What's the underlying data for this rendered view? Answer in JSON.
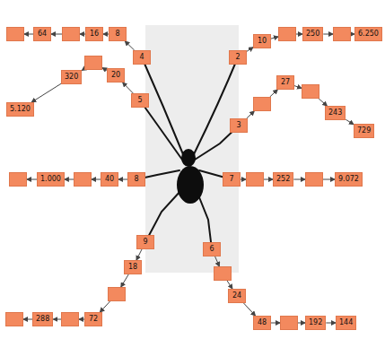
{
  "diagram": {
    "nodes": [
      {
        "text": [
          "4"
        ]
      },
      {
        "text": [
          "8"
        ]
      },
      {
        "text": [
          "16"
        ]
      },
      {
        "text": []
      },
      {
        "text": [
          "64"
        ]
      },
      {
        "text": []
      },
      {
        "text": [
          "2"
        ]
      },
      {
        "text": [
          "10"
        ]
      },
      {
        "text": []
      },
      {
        "text": [
          "250"
        ]
      },
      {
        "text": []
      },
      {
        "text": [
          "6.250"
        ]
      },
      {
        "text": [
          "5"
        ]
      },
      {
        "text": [
          "20"
        ]
      },
      {
        "text": []
      },
      {
        "text": [
          "320"
        ]
      },
      {
        "text": [
          "5.120"
        ]
      },
      {
        "text": [
          "3"
        ]
      },
      {
        "text": []
      },
      {
        "text": [
          "27"
        ]
      },
      {
        "text": []
      },
      {
        "text": [
          "243"
        ]
      },
      {
        "text": [
          "729"
        ]
      },
      {
        "text": [
          "8"
        ]
      },
      {
        "text": [
          "40"
        ]
      },
      {
        "text": []
      },
      {
        "text": [
          "1.000"
        ]
      },
      {
        "text": []
      },
      {
        "text": [
          "7"
        ]
      },
      {
        "text": []
      },
      {
        "text": [
          "252"
        ]
      },
      {
        "text": []
      },
      {
        "text": [
          "9.072"
        ]
      },
      {
        "text": [
          "9"
        ]
      },
      {
        "text": [
          "18"
        ]
      },
      {
        "text": []
      },
      {
        "text": [
          "72"
        ]
      },
      {
        "text": []
      },
      {
        "text": [
          "288"
        ]
      },
      {
        "text": []
      },
      {
        "text": [
          "6"
        ]
      },
      {
        "text": []
      },
      {
        "text": [
          "24"
        ]
      },
      {
        "text": [
          "48"
        ]
      },
      {
        "text": []
      },
      {
        "text": [
          "192"
        ]
      },
      {
        "text": [
          "144"
        ]
      }
    ],
    "edges": [
      {
        "from": 0,
        "to": 1,
        "arrow": "to"
      },
      {
        "from": 1,
        "to": 2,
        "arrow": "to"
      },
      {
        "from": 2,
        "to": 3,
        "arrow": "to"
      },
      {
        "from": 3,
        "to": 4,
        "arrow": "to"
      },
      {
        "from": 4,
        "to": 5,
        "arrow": "to"
      },
      {
        "from": 6,
        "to": 7,
        "arrow": "to"
      },
      {
        "from": 7,
        "to": 8,
        "arrow": "to"
      },
      {
        "from": 8,
        "to": 9,
        "arrow": "to"
      },
      {
        "from": 9,
        "to": 10,
        "arrow": "to"
      },
      {
        "from": 10,
        "to": 11,
        "arrow": "to"
      },
      {
        "from": 12,
        "to": 13,
        "arrow": "to"
      },
      {
        "from": 13,
        "to": 14,
        "arrow": "to"
      },
      {
        "from": 14,
        "to": 15,
        "arrow": "to"
      },
      {
        "from": 15,
        "to": 16,
        "arrow": "to"
      },
      {
        "from": 17,
        "to": 18,
        "arrow": "to"
      },
      {
        "from": 18,
        "to": 19,
        "arrow": "to"
      },
      {
        "from": 19,
        "to": 20,
        "arrow": "to"
      },
      {
        "from": 20,
        "to": 21,
        "arrow": "to"
      },
      {
        "from": 21,
        "to": 22,
        "arrow": "to"
      },
      {
        "from": 23,
        "to": 24,
        "arrow": "to"
      },
      {
        "from": 24,
        "to": 25,
        "arrow": "to"
      },
      {
        "from": 25,
        "to": 26,
        "arrow": "to"
      },
      {
        "from": 26,
        "to": 27,
        "arrow": "to"
      },
      {
        "from": 28,
        "to": 29,
        "arrow": "to"
      },
      {
        "from": 29,
        "to": 30,
        "arrow": "to"
      },
      {
        "from": 30,
        "to": 31,
        "arrow": "to"
      },
      {
        "from": 31,
        "to": 32,
        "arrow": "to"
      },
      {
        "from": 33,
        "to": 34,
        "arrow": "to"
      },
      {
        "from": 34,
        "to": 35,
        "arrow": "to"
      },
      {
        "from": 35,
        "to": 36,
        "arrow": "to"
      },
      {
        "from": 36,
        "to": 37,
        "arrow": "to"
      },
      {
        "from": 37,
        "to": 38,
        "arrow": "to"
      },
      {
        "from": 38,
        "to": 39,
        "arrow": "to"
      },
      {
        "from": 40,
        "to": 41,
        "arrow": "to"
      },
      {
        "from": 41,
        "to": 42,
        "arrow": "to"
      },
      {
        "from": 42,
        "to": 43,
        "arrow": "to"
      },
      {
        "from": 43,
        "to": 44,
        "arrow": "to"
      },
      {
        "from": 44,
        "to": 45,
        "arrow": "to"
      },
      {
        "from": 45,
        "to": 46,
        "arrow": "to"
      }
    ]
  }
}
